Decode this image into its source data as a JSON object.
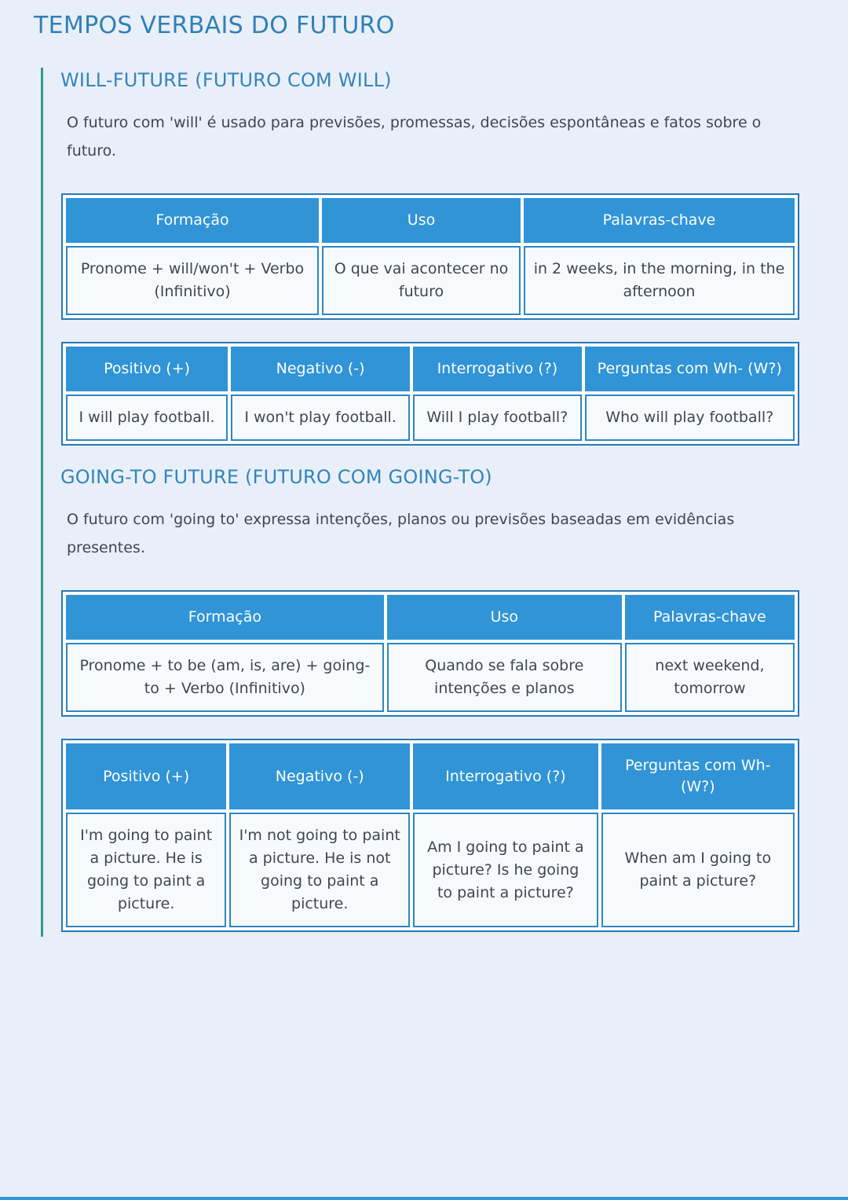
{
  "page": {
    "title": "TEMPOS VERBAIS DO FUTURO"
  },
  "colors": {
    "page_background": "#e9eff8",
    "title_blue": "#2f80b8",
    "heading_blue": "#3385bb",
    "accent_teal": "#2a9d8f",
    "table_header_blue": "#3094d6",
    "table_outer_border_blue": "#2878b5",
    "cell_border_blue": "#2e86c1",
    "cell_background": "#f7fafd",
    "body_text": "#3f4650",
    "header_text": "#fdfeff"
  },
  "sections": [
    {
      "heading": "WILL-FUTURE (FUTURO COM WILL)",
      "description": "O futuro com 'will' é usado para previsões, promessas, decisões espontâneas e fatos sobre o futuro.",
      "formation_table": {
        "headers": [
          "Formação",
          "Uso",
          "Palavras-chave"
        ],
        "row": [
          "Pronome + will/won't + Verbo (Infinitivo)",
          "O que vai acontecer no futuro",
          "in 2 weeks, in the morning, in the afternoon"
        ]
      },
      "forms_table": {
        "headers": [
          "Positivo (+)",
          "Negativo (-)",
          "Interrogativo (?)",
          "Perguntas com Wh- (W?)"
        ],
        "row": [
          "I will play football.",
          "I won't play football.",
          "Will I play football?",
          "Who will play football?"
        ]
      }
    },
    {
      "heading": "GOING-TO FUTURE (FUTURO COM GOING-TO)",
      "description": "O futuro com 'going to' expressa intenções, planos ou previsões baseadas em evidências presentes.",
      "formation_table": {
        "headers": [
          "Formação",
          "Uso",
          "Palavras-chave"
        ],
        "row": [
          "Pronome + to be (am, is, are) + going-to + Verbo (Infinitivo)",
          "Quando se fala sobre intenções e planos",
          "next weekend, tomorrow"
        ]
      },
      "forms_table": {
        "headers": [
          "Positivo (+)",
          "Negativo (-)",
          "Interrogativo (?)",
          "Perguntas com Wh- (W?)"
        ],
        "row": [
          "I'm going to paint a picture. He is going to paint a picture.",
          "I'm not going to paint a picture. He is not going to paint a picture.",
          "Am I going to paint a picture? Is he going to paint a picture?",
          "When am I going to paint a picture?"
        ]
      }
    }
  ]
}
